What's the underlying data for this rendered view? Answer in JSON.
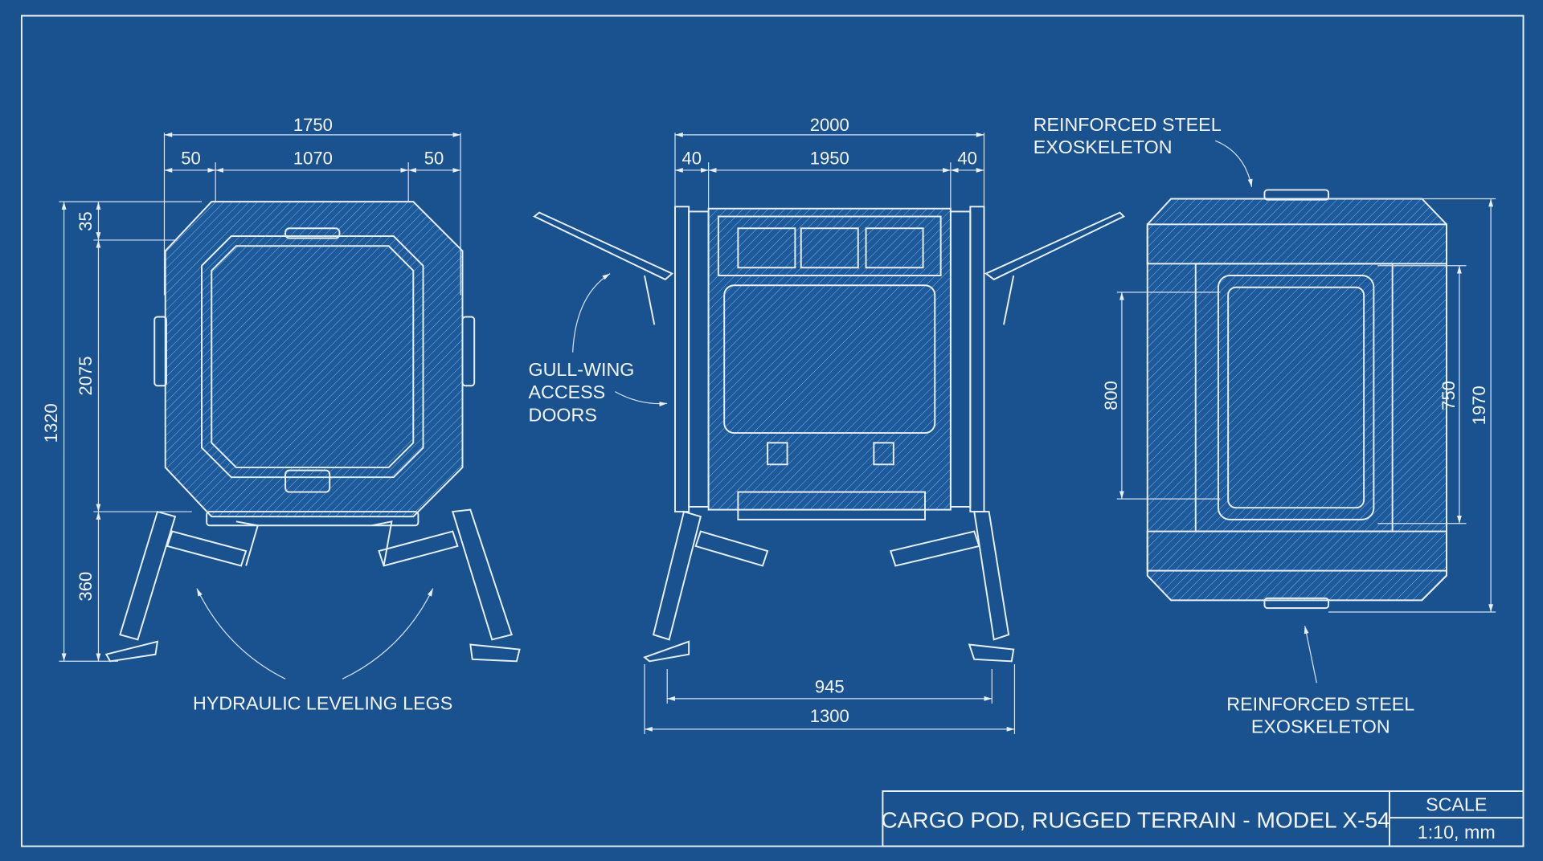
{
  "colors": {
    "background": "#19528f",
    "line": "#e8f0fb"
  },
  "front_view": {
    "dims_horizontal": [
      "1750",
      "50",
      "1070",
      "50"
    ],
    "dims_vertical": [
      "35",
      "2075",
      "1320",
      "360"
    ],
    "label": "HYDRAULIC LEVELING LEGS"
  },
  "side_view": {
    "dims_top": [
      "2000",
      "40",
      "1950",
      "40"
    ],
    "dims_bottom": [
      "945",
      "1300"
    ],
    "label_lines": [
      "GULL-WING",
      "ACCESS",
      "DOORS"
    ]
  },
  "top_view": {
    "dims": [
      "800",
      "750",
      "1970"
    ],
    "label_top_lines": [
      "REINFORCED STEEL",
      "EXOSKELETON"
    ],
    "label_bottom_lines": [
      "REINFORCED STEEL",
      "EXOSKELETON"
    ]
  },
  "title_block": {
    "title": "CARGO POD, RUGGED TERRAIN - MODEL X-54",
    "scale_label": "SCALE",
    "scale_value": "1:10, mm"
  }
}
